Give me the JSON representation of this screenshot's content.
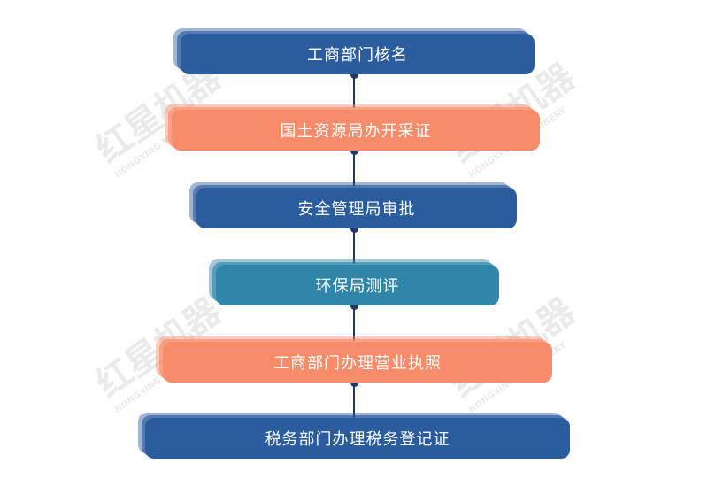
{
  "colors": {
    "blue": "#2b5c9e",
    "orange": "#f88c6a",
    "teal": "#2f86a9",
    "connector": "#1f3864"
  },
  "steps": [
    {
      "label": "工商部门核名",
      "color": "blue"
    },
    {
      "label": "国土资源局办开采证",
      "color": "orange"
    },
    {
      "label": "安全管理局审批",
      "color": "blue"
    },
    {
      "label": "环保局测评",
      "color": "teal"
    },
    {
      "label": "工商部门办理营业执照",
      "color": "orange"
    },
    {
      "label": "税务部门办理税务登记证",
      "color": "blue"
    }
  ],
  "watermark": {
    "brand": "红星机器",
    "sub": "HONGXING MACHINERY"
  }
}
